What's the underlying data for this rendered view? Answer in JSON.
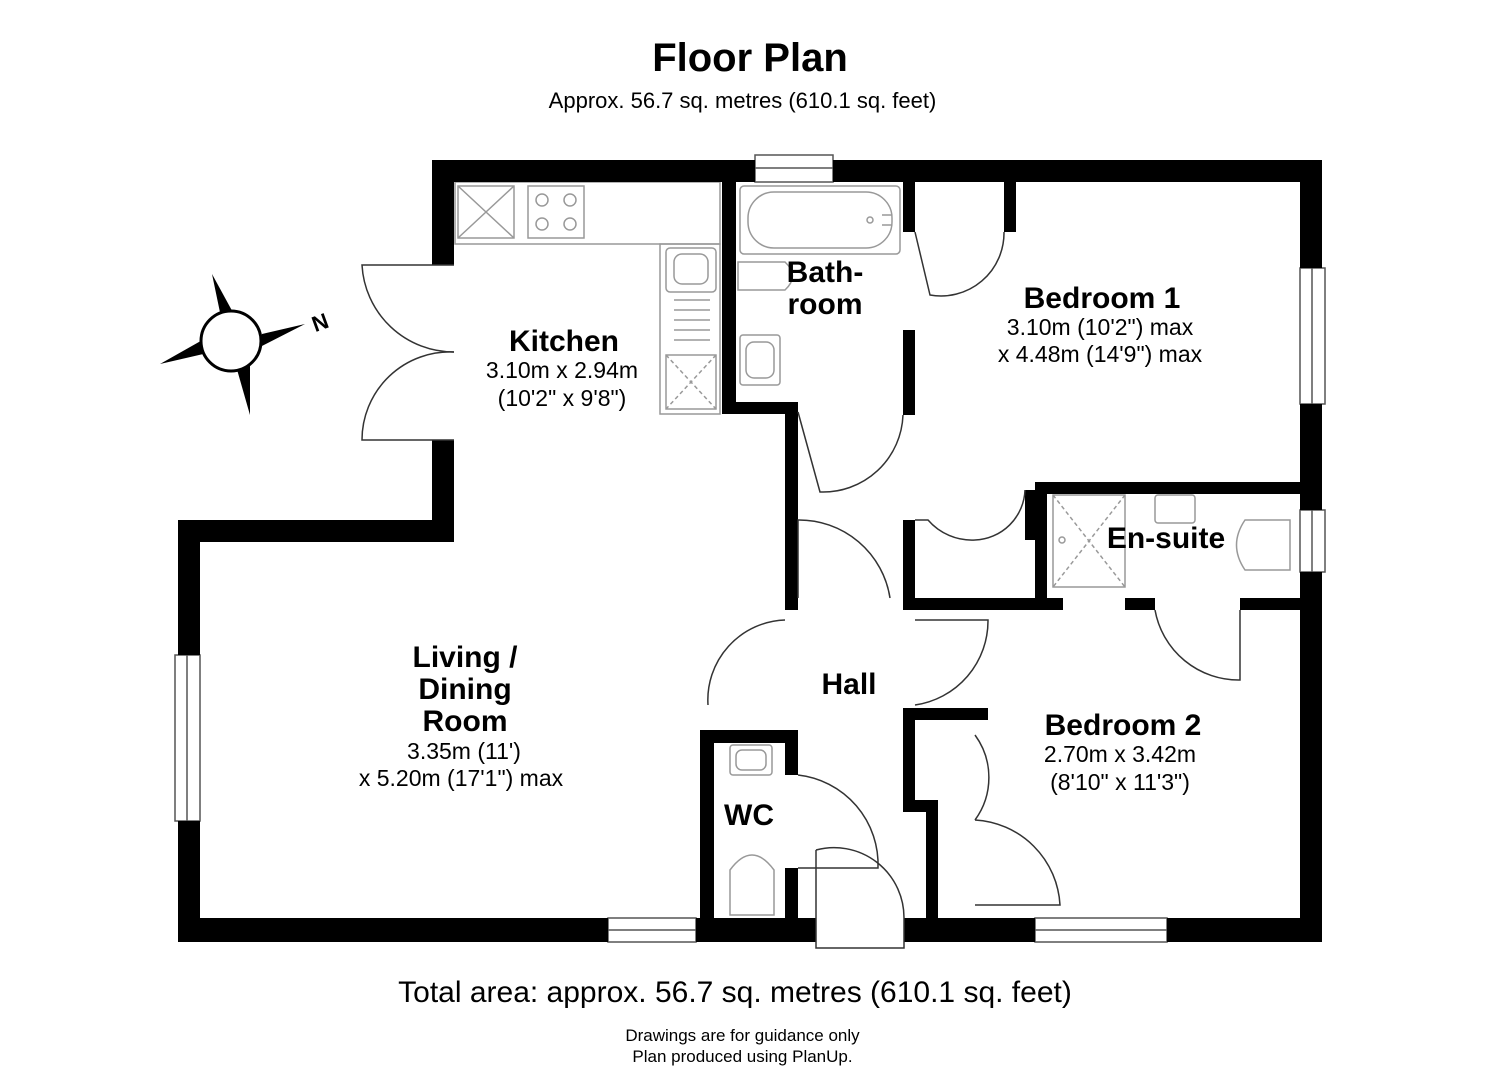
{
  "header": {
    "title": "Floor Plan",
    "subtitle": "Approx. 56.7 sq. metres (610.1 sq. feet)"
  },
  "compass": {
    "label": "N"
  },
  "rooms": {
    "kitchen": {
      "name": "Kitchen",
      "dim1": "3.10m x 2.94m",
      "dim2": "(10'2\" x 9'8\")"
    },
    "bathroom": {
      "name1": "Bath-",
      "name2": "room"
    },
    "bedroom1": {
      "name": "Bedroom 1",
      "dim1": "3.10m (10'2\") max",
      "dim2": "x 4.48m (14'9\") max"
    },
    "ensuite": {
      "name": "En-suite"
    },
    "hall": {
      "name": "Hall"
    },
    "living": {
      "name1": "Living /",
      "name2": "Dining",
      "name3": "Room",
      "dim1": "3.35m (11')",
      "dim2": "x 5.20m (17'1\") max"
    },
    "bedroom2": {
      "name": "Bedroom 2",
      "dim1": "2.70m x 3.42m",
      "dim2": "(8'10\" x 11'3\")"
    },
    "wc": {
      "name": "WC"
    }
  },
  "footer": {
    "total": "Total area: approx. 56.7 sq. metres (610.1 sq. feet)",
    "disclaimer1": "Drawings are for guidance only",
    "disclaimer2": "Plan produced using PlanUp."
  }
}
